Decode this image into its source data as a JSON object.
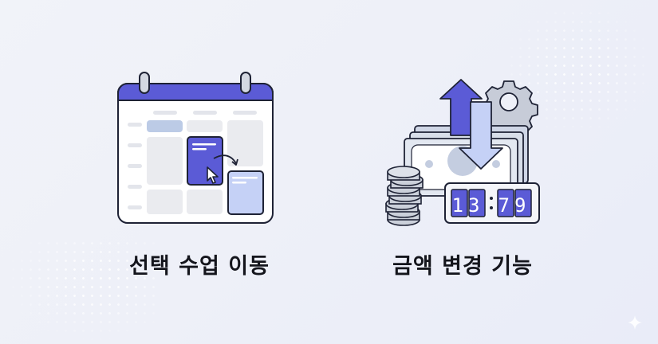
{
  "features": [
    {
      "id": "class-move",
      "label": "선택 수업 이동",
      "icon": "calendar-drag-icon"
    },
    {
      "id": "amount-change",
      "label": "금액 변경 기능",
      "icon": "money-exchange-icon",
      "clock": {
        "hours": "13",
        "minutes": "79",
        "separator": ":"
      }
    }
  ],
  "colors": {
    "accent": "#5b5bd6",
    "accent_light": "#c9d3f7",
    "outline": "#1e2235",
    "gray_fill": "#e6e8ee",
    "metal": "#c7ccd8",
    "text": "#14151c",
    "background": "#eef0f8"
  }
}
